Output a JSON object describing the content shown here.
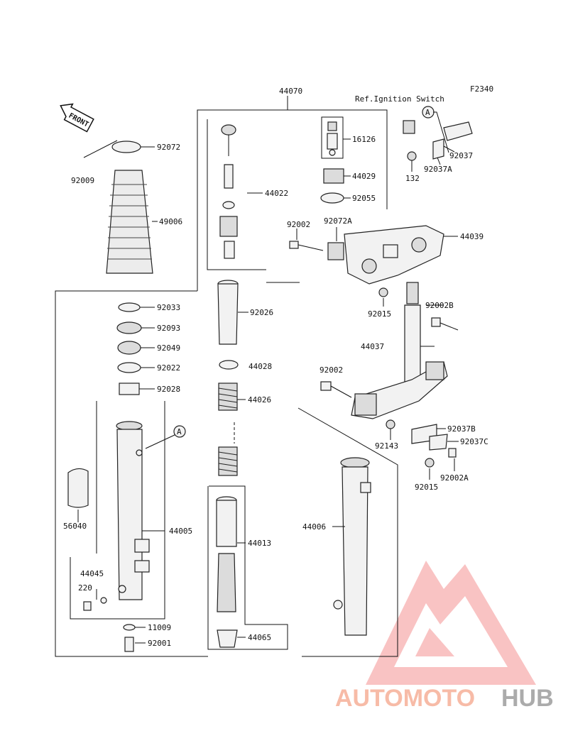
{
  "figure_code": "F2340",
  "ref_note": "Ref.Ignition Switch",
  "front_label": "FRONT",
  "watermark": {
    "text_a": "AUTOMOTO",
    "text_b": "HUB",
    "color_a": "#f5a58a",
    "color_b": "#999999",
    "triangle": "#f5a0a0"
  },
  "parts": {
    "p44070": "44070",
    "p92072": "92072",
    "p92009": "92009",
    "p49006": "49006",
    "p44022": "44022",
    "p16126": "16126",
    "p44029": "44029",
    "p92055": "92055",
    "p132": "132",
    "p92037": "92037",
    "p92037A": "92037A",
    "p92002_top": "92002",
    "p92072A": "92072A",
    "p44039": "44039",
    "p92015_top": "92015",
    "p92002B": "92002B",
    "p44037": "44037",
    "p92002_mid": "92002",
    "p92033": "92033",
    "p92093": "92093",
    "p92049": "92049",
    "p92022": "92022",
    "p92028": "92028",
    "p92026": "92026",
    "p44028": "44028",
    "p44026": "44026",
    "p92037B": "92037B",
    "p92037C": "92037C",
    "p92143": "92143",
    "p92002A": "92002A",
    "p92015_bot": "92015",
    "p56040": "56040",
    "p44005": "44005",
    "p44006": "44006",
    "p44013": "44013",
    "p44045": "44045",
    "p220": "220",
    "p11009": "11009",
    "p92001": "92001",
    "p44065": "44065"
  },
  "markers": {
    "a1": "A",
    "a2": "A"
  }
}
